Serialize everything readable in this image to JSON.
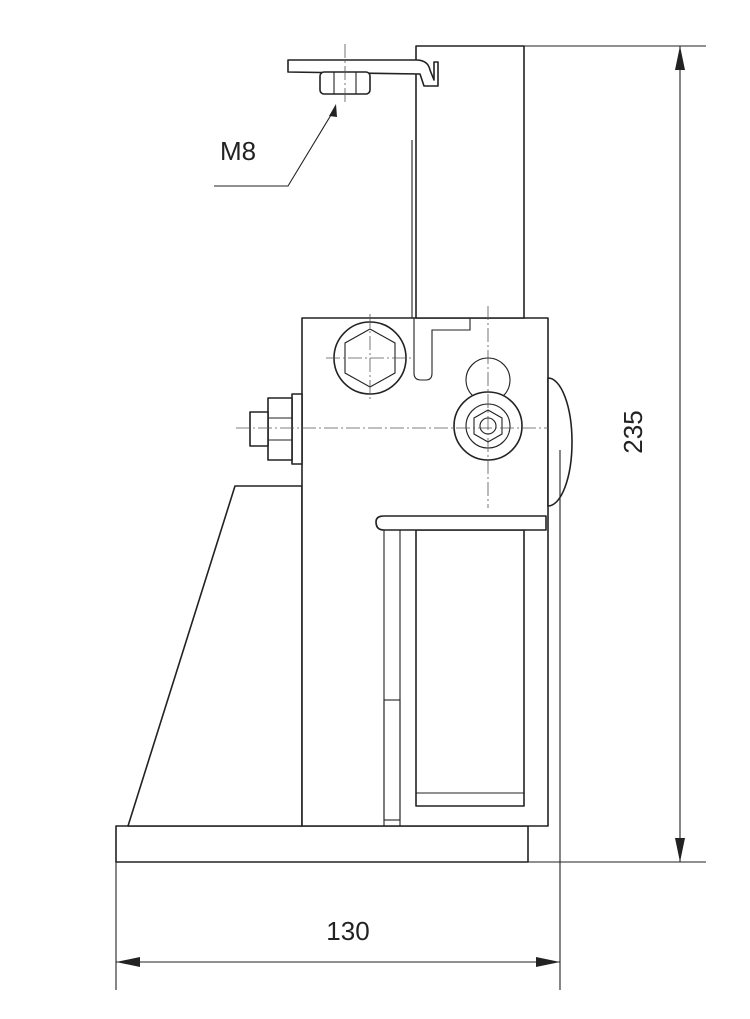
{
  "drawing": {
    "thread_label": "M8",
    "width_dimension": "130",
    "height_dimension": "235",
    "line_color": "#222222",
    "background": "#ffffff"
  }
}
